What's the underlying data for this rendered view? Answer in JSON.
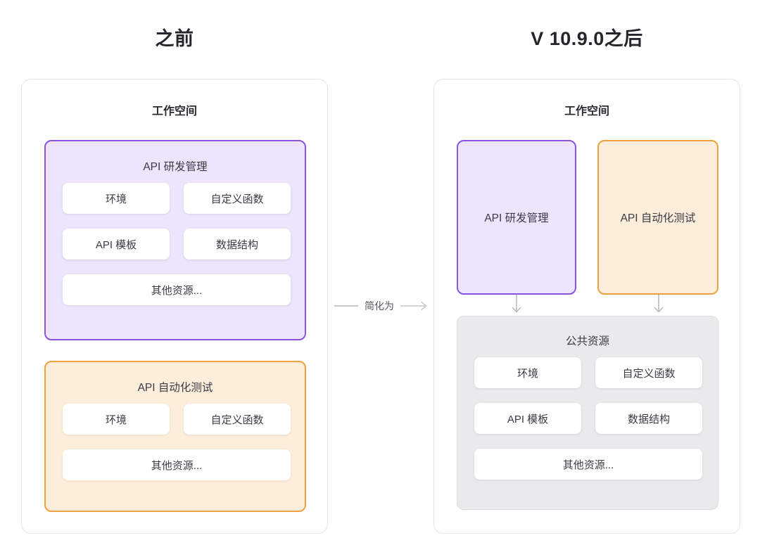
{
  "titles": {
    "before": "之前",
    "after": "V 10.9.0之后"
  },
  "connector": {
    "label": "简化为",
    "arrow_icon": "arrow-right-icon",
    "line_color": "#c8c9ce"
  },
  "colors": {
    "purple_border": "#8c52e0",
    "purple_fill": "#ece5fc",
    "orange_border": "#f0a03c",
    "orange_fill": "#fdeedb",
    "gray_fill": "#eaeaec",
    "gray_border": "#dddde1",
    "panel_border": "#e3e4e8",
    "card_fill": "#ffffff",
    "page_background": "#ffffff",
    "text": "#3b3b44"
  },
  "before_panel": {
    "title": "工作空间",
    "groups": [
      {
        "label": "API 研发管理",
        "theme": "purple",
        "items": [
          "环境",
          "自定义函数",
          "API 模板",
          "数据结构",
          "其他资源..."
        ]
      },
      {
        "label": "API 自动化测试",
        "theme": "orange",
        "items": [
          "环境",
          "自定义函数",
          "其他资源..."
        ]
      }
    ]
  },
  "after_panel": {
    "title": "工作空间",
    "modules": [
      {
        "label": "API 研发管理",
        "theme": "purple",
        "arrow_icon": "arrow-down-icon"
      },
      {
        "label": "API 自动化测试",
        "theme": "orange",
        "arrow_icon": "arrow-down-icon"
      }
    ],
    "common_group": {
      "label": "公共资源",
      "theme": "gray",
      "items": [
        "环境",
        "自定义函数",
        "API 模板",
        "数据结构",
        "其他资源..."
      ]
    }
  }
}
